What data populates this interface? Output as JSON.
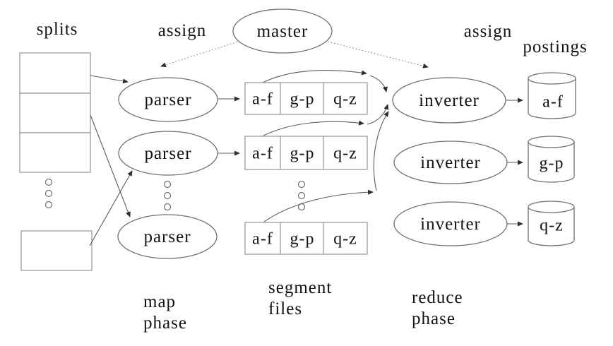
{
  "labels": {
    "splits": "splits",
    "assign_left": "assign",
    "assign_right": "assign",
    "postings": "postings"
  },
  "nodes": {
    "master": "master",
    "parsers": [
      "parser",
      "parser",
      "parser"
    ],
    "inverters": [
      "inverter",
      "inverter",
      "inverter"
    ]
  },
  "segment_files": {
    "rows": [
      [
        "a-f",
        "g-p",
        "q-z"
      ],
      [
        "a-f",
        "g-p",
        "q-z"
      ],
      [
        "a-f",
        "g-p",
        "q-z"
      ]
    ]
  },
  "postings_cylinders": [
    "a-f",
    "g-p",
    "q-z"
  ],
  "phases": {
    "map": [
      "map",
      "phase"
    ],
    "segment": [
      "segment",
      "files"
    ],
    "reduce": [
      "reduce",
      "phase"
    ]
  },
  "colors": {
    "text": "#121212",
    "arrow_line": "#5a5a5a",
    "shape_stroke": "#6e6e6e",
    "box_stroke": "#9a9a9a"
  }
}
